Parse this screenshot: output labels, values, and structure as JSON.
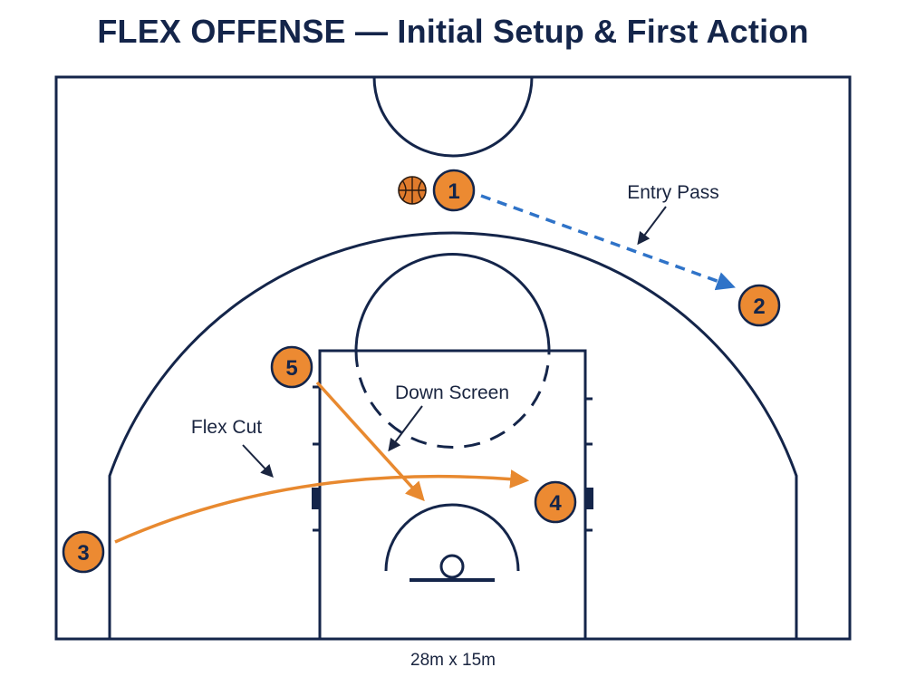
{
  "title": "FLEX OFFENSE — Initial Setup & First Action",
  "dimensions_label": "28m x 15m",
  "labels": {
    "entry_pass": "Entry Pass",
    "down_screen": "Down Screen",
    "flex_cut": "Flex Cut"
  },
  "players": [
    {
      "number": "1"
    },
    {
      "number": "2"
    },
    {
      "number": "3"
    },
    {
      "number": "4"
    },
    {
      "number": "5"
    }
  ],
  "colors": {
    "court_lines": "#14254a",
    "player_fill": "#ec8a32",
    "cut_arrow": "#e8892f",
    "pass_arrow": "#2f73c8",
    "ball": "#e07b2c"
  }
}
